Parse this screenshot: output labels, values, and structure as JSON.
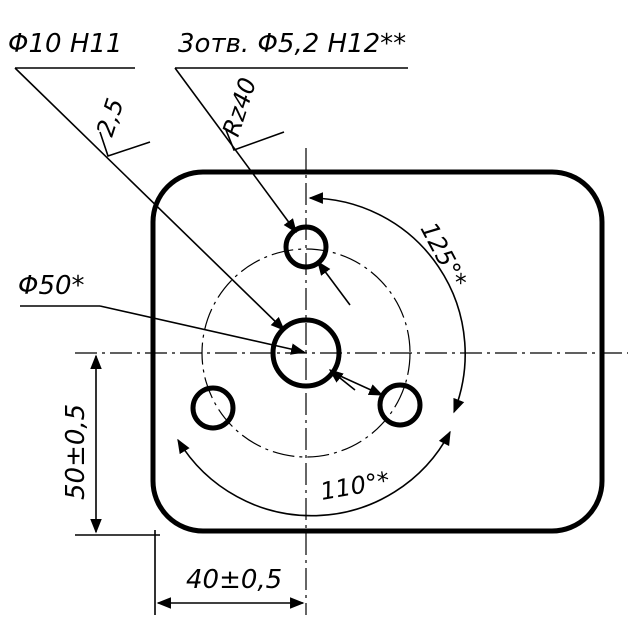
{
  "labels": {
    "hole_center": "Φ10 H11",
    "holes_three": "3отв. Φ5,2 H12**",
    "roughness_a": "2,5",
    "roughness_b": "Rz40",
    "circle_dia": "Φ50*",
    "angle_upper": "125°*",
    "angle_lower": "110°*",
    "dim_vertical": "50±0,5",
    "dim_horizontal": "40±0,5"
  },
  "colors": {
    "ink": "#000000",
    "paper": "#ffffff"
  }
}
